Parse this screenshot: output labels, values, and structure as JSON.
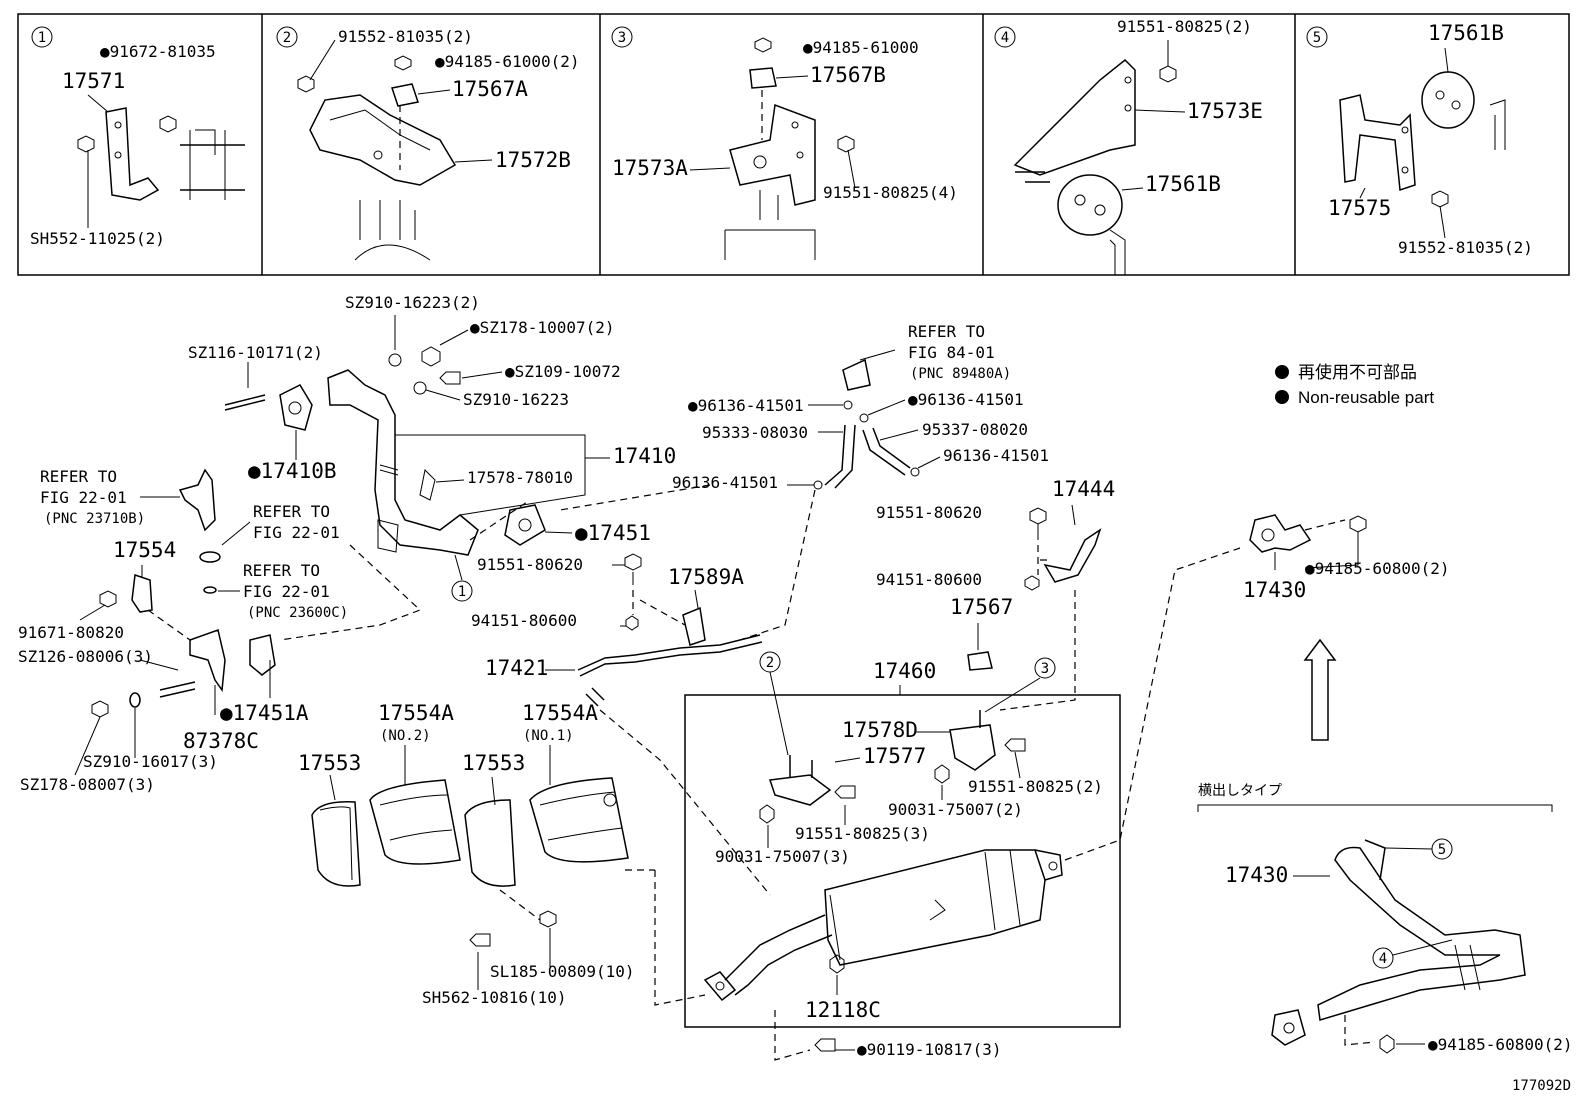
{
  "panels": [
    {
      "num": "1",
      "labels": [
        "●91672-81035",
        "17571",
        "SH552-11025(2)"
      ]
    },
    {
      "num": "2",
      "labels": [
        "91552-81035(2)",
        "●94185-61000(2)",
        "17567A",
        "17572B"
      ]
    },
    {
      "num": "3",
      "labels": [
        "●94185-61000",
        "17567B",
        "17573A",
        "91551-80825(4)"
      ]
    },
    {
      "num": "4",
      "labels": [
        "91551-80825(2)",
        "17573E",
        "17561B"
      ]
    },
    {
      "num": "5",
      "labels": [
        "17561B",
        "17575",
        "91552-81035(2)"
      ]
    }
  ],
  "legend": {
    "jp": "再使用不可部品",
    "en": "Non-reusable part"
  },
  "main_labels": {
    "sz910_a": "SZ910-16223(2)",
    "sz178_a": "●SZ178-10007(2)",
    "sz116": "SZ116-10171(2)",
    "sz109": "●SZ109-10072",
    "sz910_b": "SZ910-16223",
    "p17410b": "●17410B",
    "p17410": "17410",
    "p17578_78010": "17578-78010",
    "refer1_a": "REFER TO",
    "refer1_b": "FIG 22-01",
    "refer1_c": "(PNC 23710B)",
    "refer2_a": "REFER TO",
    "refer2_b": "FIG 22-01",
    "refer3_a": "REFER TO",
    "refer3_b": "FIG 22-01",
    "refer3_c": "(PNC 23600C)",
    "p17554": "17554",
    "p91671": "91671-80820",
    "p17451": "●17451",
    "p91551_80620_a": "91551-80620",
    "p94151_80600_a": "94151-80600",
    "p17589a": "17589A",
    "sz126": "SZ126-08006(3)",
    "p17451a": "●17451A",
    "p87378c": "87378C",
    "sz910_c": "SZ910-16017(3)",
    "sz178_b": "SZ178-08007(3)",
    "p17421": "17421",
    "p17553_a": "17553",
    "p17554a_2": "17554A",
    "no2": "(NO.2)",
    "p17553_b": "17553",
    "p17554a_1": "17554A",
    "no1": "(NO.1)",
    "sl185": "SL185-00809(10)",
    "sh562": "SH562-10816(10)",
    "refer4_a": "REFER TO",
    "refer4_b": "FIG 84-01",
    "refer4_c": "(PNC 89480A)",
    "p96136_a": "●96136-41501",
    "p96136_b": "●96136-41501",
    "p95333": "95333-08030",
    "p95337": "95337-08020",
    "p96136_c": "96136-41501",
    "p96136_d": "96136-41501",
    "p91551_80620_b": "91551-80620",
    "p17444": "17444",
    "p94151_80600_b": "94151-80600",
    "p17567": "17567",
    "p17460": "17460",
    "p17578d": "17578D",
    "p17577": "17577",
    "p91551_80825_2": "91551-80825(2)",
    "p90031_2": "90031-75007(2)",
    "p91551_80825_3": "91551-80825(3)",
    "p90031_3": "90031-75007(3)",
    "p12118c": "12118C",
    "p90119": "●90119-10817(3)",
    "p17430_a": "17430",
    "p94185_60800_a": "●94185-60800(2)",
    "side_exit": "横出しタイプ",
    "p17430_b": "17430",
    "p94185_60800_b": "●94185-60800(2)",
    "figure_id": "177092D"
  },
  "callouts": {
    "c1": "1",
    "c2": "2",
    "c3": "3",
    "c4": "4",
    "c5": "5"
  }
}
